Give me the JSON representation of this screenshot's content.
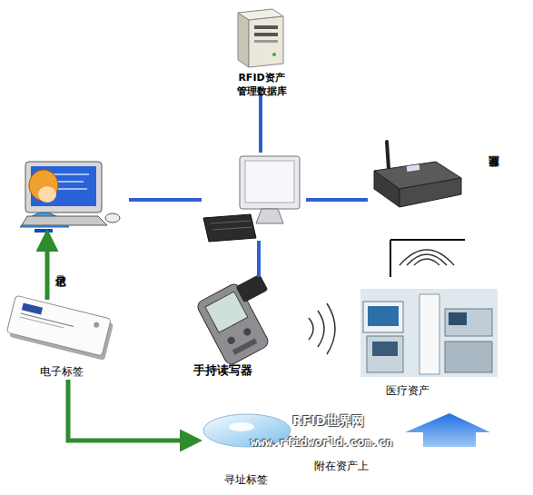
{
  "diagram": {
    "nodes": [
      {
        "text": [
          "RFID资产 管理数据库"
        ]
      },
      {
        "text": []
      },
      {
        "text": []
      },
      {
        "text": [
          "有源读写器"
        ]
      },
      {
        "text": [
          "手持读写器"
        ]
      },
      {
        "text": [
          "医疗资产"
        ]
      },
      {
        "text": [
          "电子标签"
        ]
      },
      {
        "text": [
          "寻址标签"
        ]
      }
    ],
    "edges": [
      {
        "from": 0,
        "to": 1,
        "arrow": "none"
      },
      {
        "from": 2,
        "to": 1,
        "arrow": "none"
      },
      {
        "from": 1,
        "to": 3,
        "arrow": "none"
      },
      {
        "from": 1,
        "to": 4,
        "arrow": "none"
      },
      {
        "from": 6,
        "to": 2,
        "label": "记录信息",
        "arrow": "to"
      },
      {
        "from": 6,
        "to": 7,
        "arrow": "to"
      }
    ],
    "labels": [
      "RFID世界网",
      "www.rfidworld.com.cn",
      "附在资产上"
    ]
  }
}
